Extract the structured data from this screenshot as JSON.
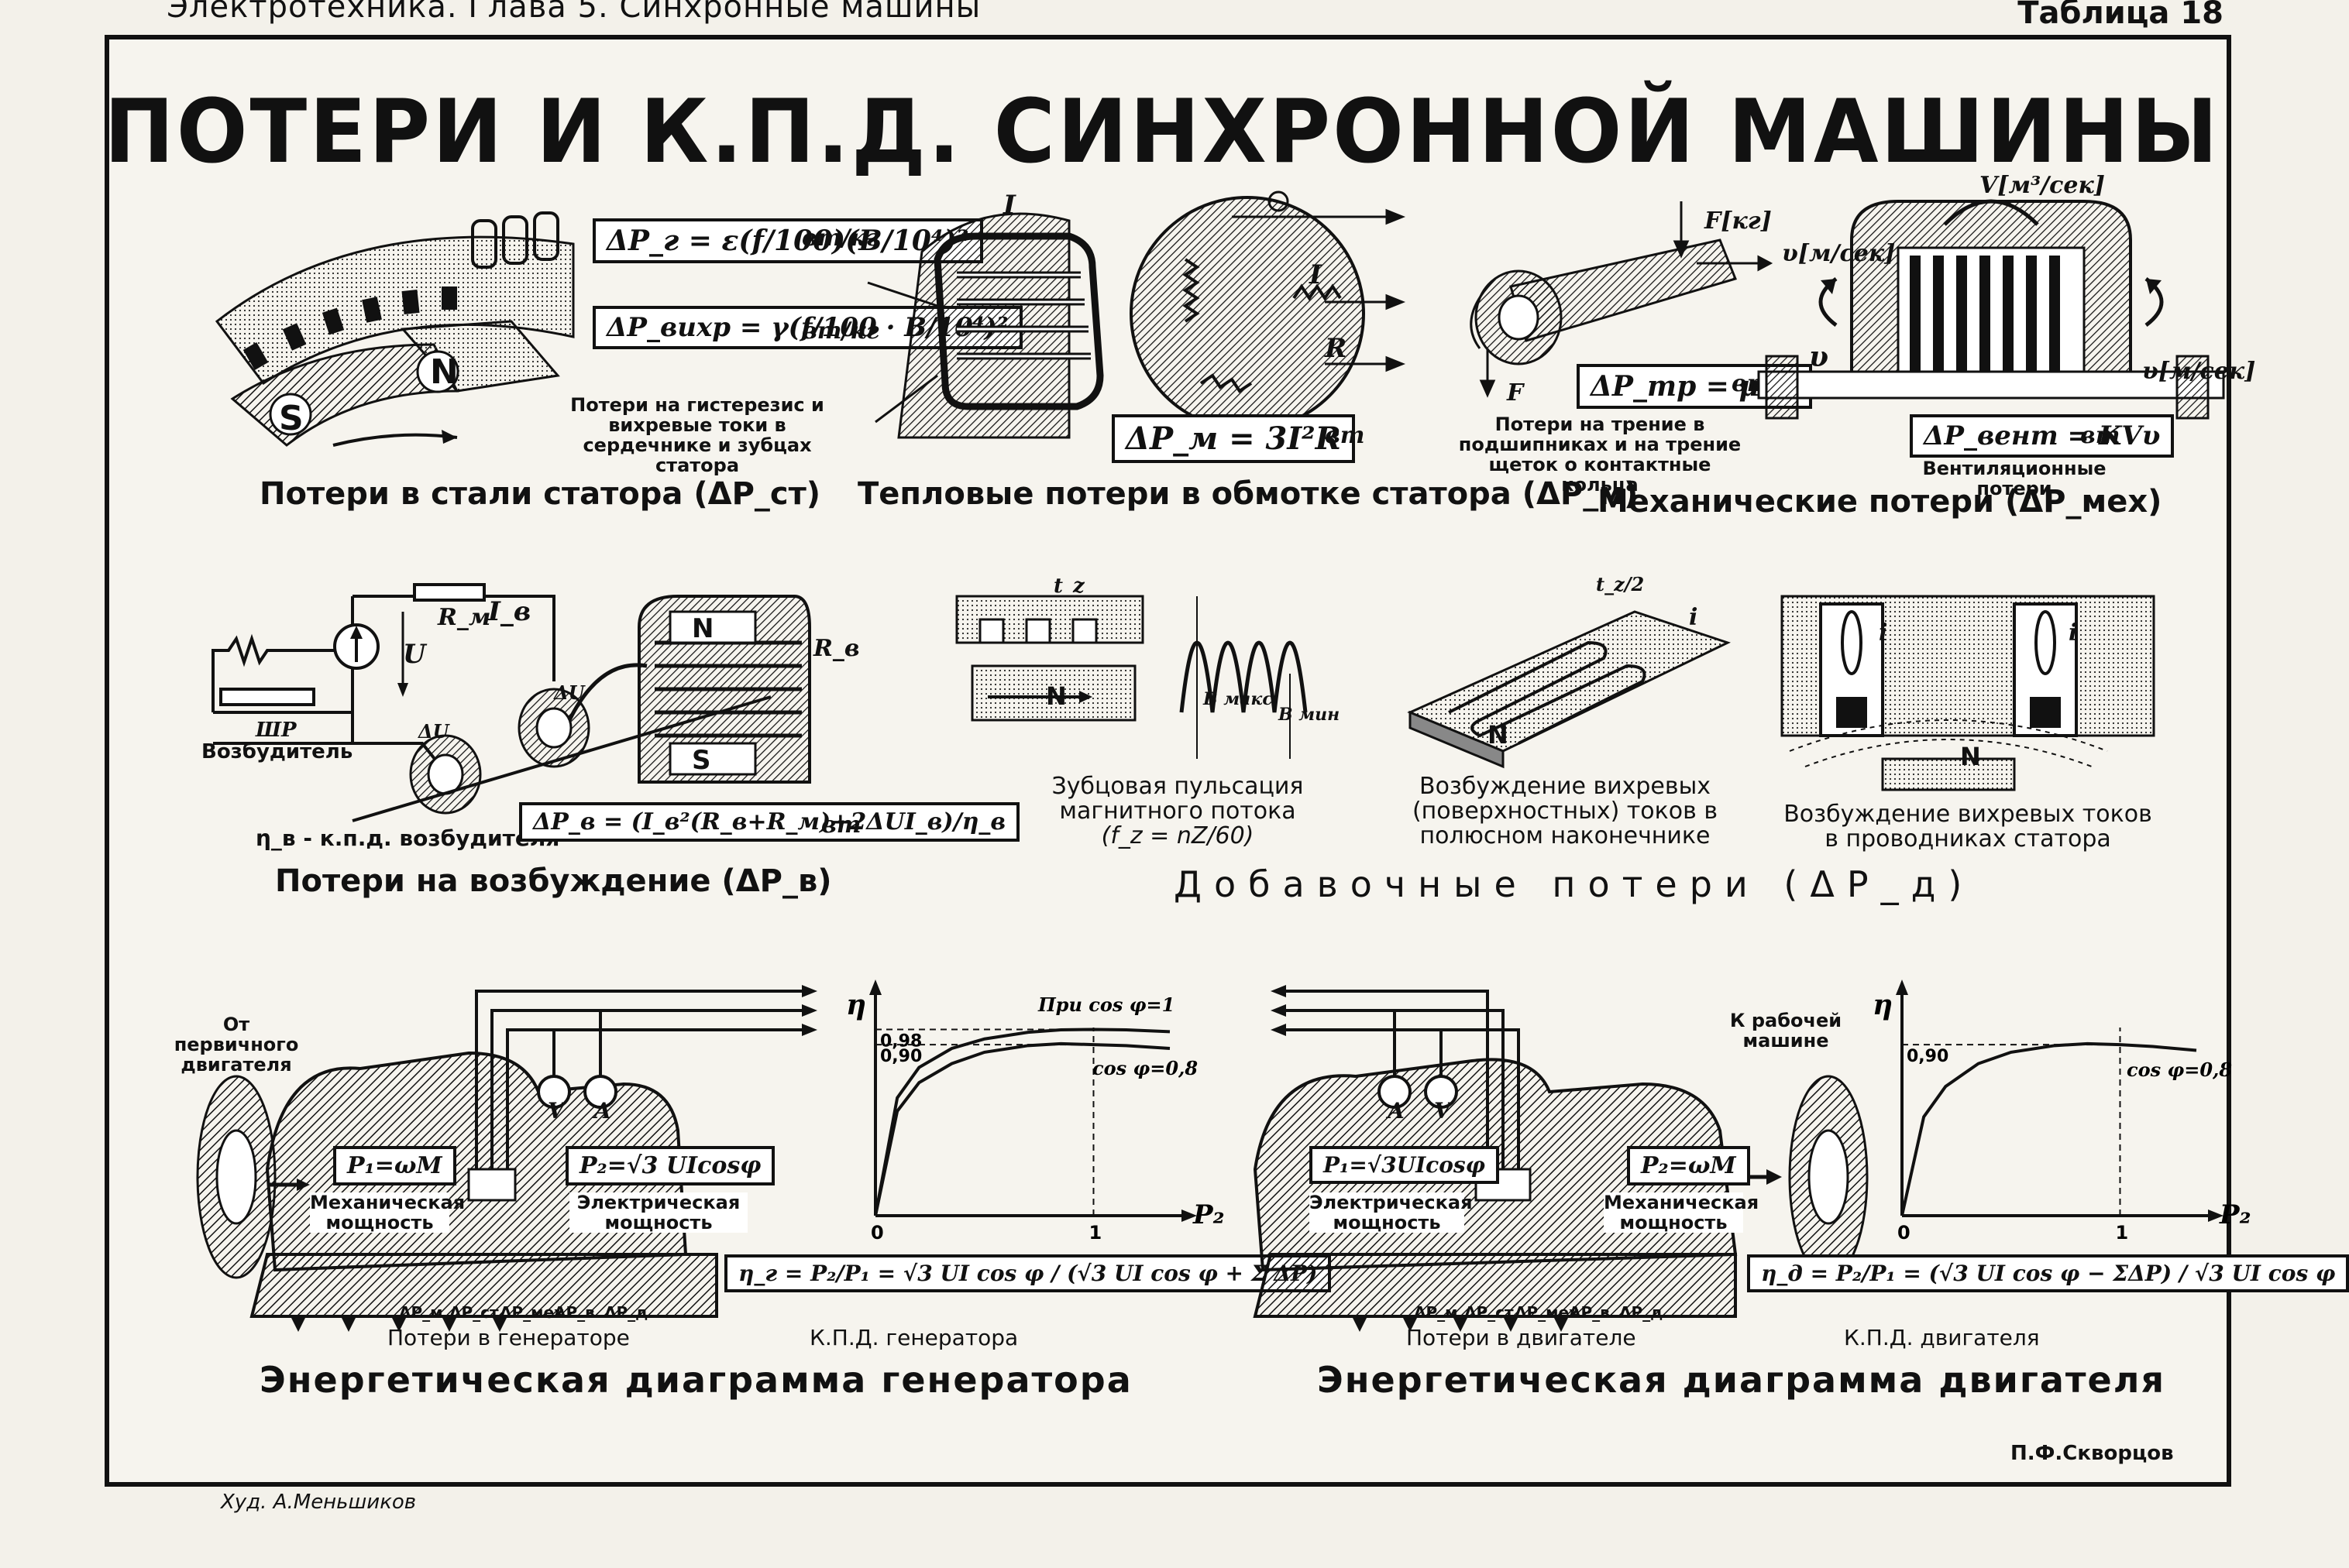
{
  "header": {
    "left": "Электротехника. Глава 5.   Синхронные машины",
    "right": "Таблица 18"
  },
  "title": "ПОТЕРИ И К.П.Д. СИНХРОННОЙ МАШИНЫ",
  "stator_steel": {
    "formula_hyst": "ΔP_г = ε(f/100)(B/10⁴)²",
    "formula_eddy": "ΔP_вихр = γ(f/100 · B/10⁴)²",
    "unit": "вт/кг",
    "pole_s": "S",
    "pole_n": "N",
    "note": "Потери на гистерезис и вихревые токи в сердечнике и зубцах статора",
    "caption": "Потери в стали статора (ΔP_ст)"
  },
  "stator_copper": {
    "label_i": "I",
    "label_r": "R",
    "formula": "ΔP_м = 3I²R",
    "unit": "вт",
    "caption": "Тепловые потери в обмотке статора (ΔP_м)"
  },
  "mechanical": {
    "label_force": "F[кг]",
    "label_speed": "υ[м/сек]",
    "label_f": "F",
    "formula_friction": "ΔP_тр = μFυ",
    "unit": "вт",
    "note_friction": "Потери на трение в подшипниках и на трение щеток о контактные кольца",
    "label_flow": "V[м³/сек]",
    "label_v": "υ",
    "label_speed_right": "υ[м/сек]",
    "formula_vent": "ΔP_вент = KVυ",
    "note_vent": "Вентиляционные потери",
    "caption": "Механические потери (ΔP_мех)"
  },
  "excitation": {
    "label_rm": "R_м",
    "label_iv": "I_в",
    "label_u": "U",
    "label_du": "ΔU",
    "label_rv": "R_в",
    "label_shr": "ШР",
    "label_exciter": "Возбудитель",
    "pole_n": "N",
    "pole_s": "S",
    "eta_note": "η_в - к.п.д. возбудителя",
    "formula": "ΔP_в = (I_в²(R_в+R_м)+2ΔUI_в)/η_в",
    "unit": "вт",
    "caption": "Потери на возбуждение (ΔP_в)"
  },
  "additional": {
    "tz": "t_z",
    "tz2": "t_z/2",
    "pole_n": "N",
    "b_max": "B макс",
    "b_min": "B мин",
    "label_i": "i",
    "note_pulse": "Зубцовая пульсация магнитного потока",
    "note_pulse_f": "(f_z = nZ/60)",
    "note_surface": "Возбуждение вихревых (поверхностных) токов в полюсном наконечнике",
    "note_conductors": "Возбуждение вихревых токов в проводниках статора",
    "caption": "Добавочные потери (ΔP_д)"
  },
  "generator": {
    "from_prime": "От первичного двигателя",
    "p1": "P₁=ωM",
    "mech_power": "Механическая мощность",
    "p2": "P₂=√3 UIcosφ",
    "el_power": "Электрическая мощность",
    "meter_v": "V",
    "meter_a": "A",
    "losses": [
      "ΔP_м",
      "ΔP_ст",
      "ΔP_мех",
      "ΔP_в",
      "ΔP_д"
    ],
    "losses_label": "Потери в генераторе",
    "eta_formula": "η_г = P₂/P₁ = √3 UI cos φ / (√3 UI cos φ + Σ ΔP)",
    "eff_label": "К.П.Д. генератора",
    "caption": "Энергетическая диаграмма генератора"
  },
  "motor": {
    "to_machine": "К рабочей машине",
    "p1": "P₁=√3UIcosφ",
    "el_power": "Электрическая мощность",
    "p2": "P₂=ωM",
    "mech_power": "Механическая мощность",
    "meter_a": "A",
    "meter_v": "V",
    "losses": [
      "ΔP_м",
      "ΔP_ст",
      "ΔP_мех",
      "ΔP_в",
      "ΔP_д"
    ],
    "losses_label": "Потери в двигателе",
    "eta_formula": "η_д = P₂/P₁ = (√3 UI cos φ − ΣΔP) / √3 UI cos φ",
    "eff_label": "К.П.Д. двигателя",
    "caption": "Энергетическая диаграмма двигателя"
  },
  "chart_data": [
    {
      "type": "line",
      "x": [
        0,
        0.1,
        0.2,
        0.35,
        0.5,
        0.7,
        0.85,
        1.0,
        1.15,
        1.35
      ],
      "series": [
        {
          "name": "При cos φ=1",
          "values": [
            0,
            0.62,
            0.78,
            0.88,
            0.93,
            0.965,
            0.978,
            0.98,
            0.978,
            0.968
          ]
        },
        {
          "name": "cos φ=0,8",
          "values": [
            0,
            0.55,
            0.7,
            0.8,
            0.86,
            0.895,
            0.905,
            0.9,
            0.895,
            0.88
          ]
        }
      ],
      "ylabel": "η",
      "xlabel": "P₂",
      "yticks": [
        "0,98",
        "0,90"
      ],
      "xticks": [
        "0",
        "1"
      ]
    },
    {
      "type": "line",
      "x": [
        0,
        0.1,
        0.2,
        0.35,
        0.5,
        0.7,
        0.85,
        1.0,
        1.15,
        1.35
      ],
      "series": [
        {
          "name": "cos φ=0,8",
          "values": [
            0,
            0.52,
            0.68,
            0.8,
            0.86,
            0.895,
            0.905,
            0.9,
            0.89,
            0.87
          ]
        }
      ],
      "ylabel": "η",
      "xlabel": "P₂",
      "yticks": [
        "0,90"
      ],
      "xticks": [
        "0",
        "1"
      ]
    }
  ],
  "credits": {
    "author": "П.Ф.Скворцов",
    "artist": "Худ. А.Меньшиков"
  }
}
